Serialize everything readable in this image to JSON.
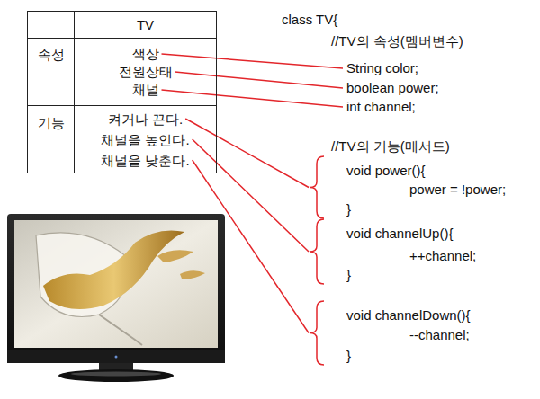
{
  "diagram": {
    "nodes": [
      {
        "text": [
          "TV"
        ]
      },
      {
        "text": [
          "속성"
        ]
      },
      {
        "text": [
          "색상",
          "전원상태",
          "채널"
        ]
      },
      {
        "text": [
          "기능"
        ]
      },
      {
        "text": [
          "켜거나 끈다.",
          "채널을 높인다.",
          "채널을 낮춘다."
        ]
      }
    ],
    "labels": [
      "class TV{",
      "//TV의 속성(멤버변수)",
      "String color;",
      "boolean power;",
      "int channel;",
      "//TV의 기능(메서드)",
      "void power(){",
      "power = !power;",
      "}",
      "void channelUp(){",
      "++channel;",
      "}",
      "void channelDown(){",
      "--channel;",
      "}"
    ]
  }
}
